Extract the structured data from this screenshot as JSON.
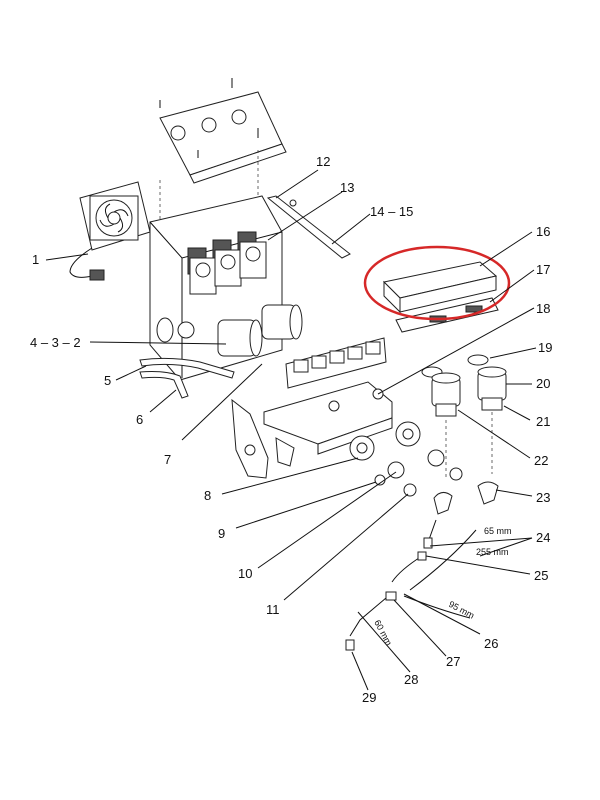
{
  "labels": {
    "l1": "1",
    "l432": "4 – 3 – 2",
    "l5": "5",
    "l6": "6",
    "l7": "7",
    "l8": "8",
    "l9": "9",
    "l10": "10",
    "l11": "11",
    "l12": "12",
    "l13": "13",
    "l1415": "14 – 15",
    "l16": "16",
    "l17": "17",
    "l18": "18",
    "l19": "19",
    "l20": "20",
    "l21": "21",
    "l22": "22",
    "l23": "23",
    "l24": "24",
    "l25": "25",
    "l26": "26",
    "l27": "27",
    "l28": "28",
    "l29": "29"
  },
  "dimensions": {
    "d65": "65 mm",
    "d255": "255 mm",
    "d95": "95 mm",
    "d60": "60 mm"
  },
  "highlight": {
    "color": "#d62828",
    "target": "16"
  }
}
